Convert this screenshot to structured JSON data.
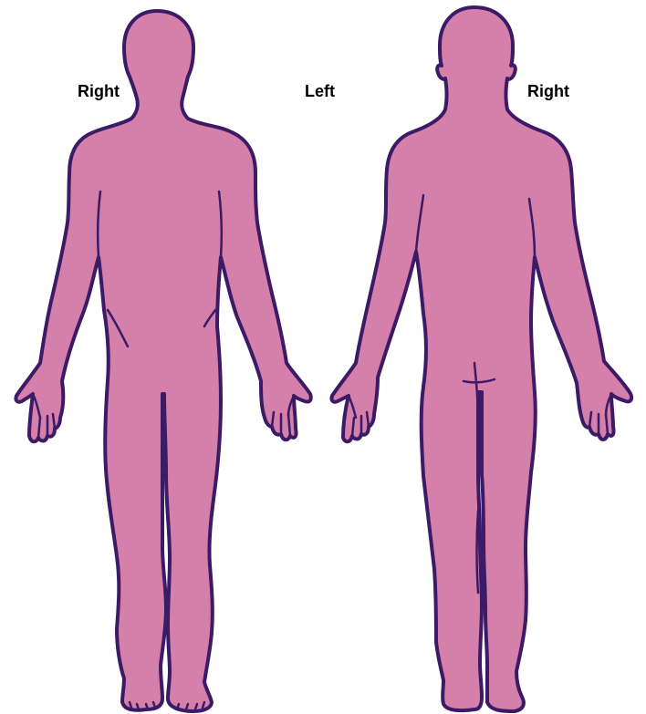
{
  "labels": {
    "front_right": "Right",
    "left": "Left",
    "back_right": "Right"
  },
  "colors": {
    "body_fill": "#d57fab",
    "outline": "#3b1a66",
    "background": "#ffffff"
  },
  "figures": [
    {
      "view": "front"
    },
    {
      "view": "back"
    }
  ]
}
